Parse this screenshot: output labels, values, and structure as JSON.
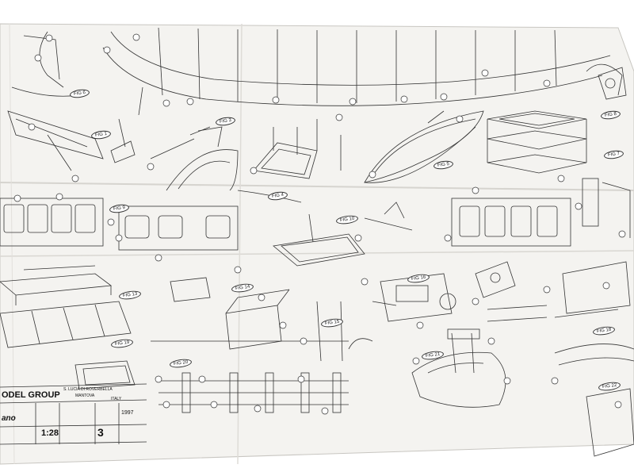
{
  "figure_labels": {
    "fig1": "FIG 1",
    "fig3": "FIG 3",
    "fig4": "FIG 4",
    "fig5": "FIG 5",
    "fig6": "FIG 6",
    "fig7": "FIG 7",
    "fig8": "FIG 8",
    "fig9": "FIG 9",
    "fig10": "FIG 10",
    "fig13": "FIG 13",
    "fig14": "FIG 14",
    "fig15": "FIG 15",
    "fig16": "FIG 16",
    "fig18": "FIG 18",
    "fig19": "FIG 19",
    "fig20": "FIG 20",
    "fig21": "FIG 21",
    "fig22": "FIG 22"
  },
  "title_block": {
    "company": "ODEL GROUP",
    "model_fragment": "ano",
    "address_line": "S. LUCIA DI ROVERBELLA",
    "city": "MANTOVA",
    "country": "ITALY",
    "year": "1997",
    "scale": "1:28",
    "sheet_number": "3"
  },
  "colors": {
    "paper": "#f6f5f2",
    "ink": "#2a2a2a",
    "shadow": "#d9d8d4"
  }
}
